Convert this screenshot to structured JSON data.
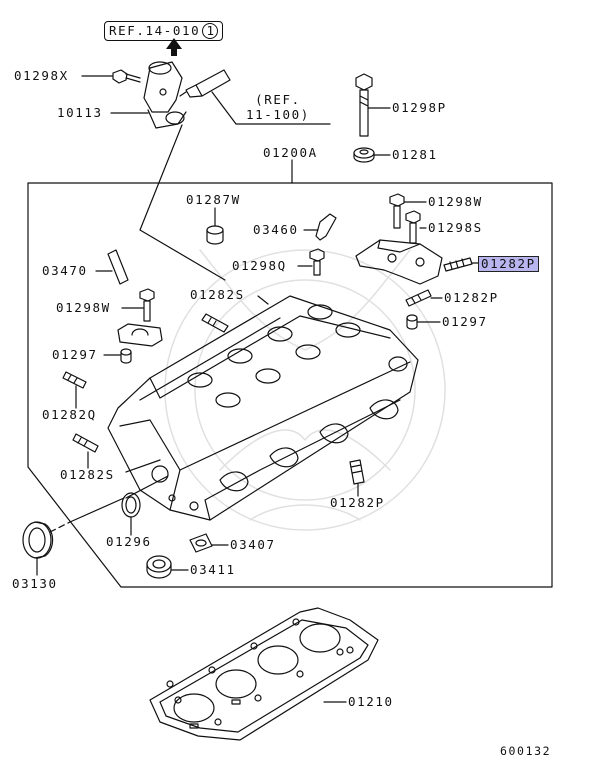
{
  "diagram": {
    "ref_box": {
      "text": "REF.14-010",
      "circle": "1"
    },
    "ref_note": {
      "line1": "(REF.",
      "line2": "11-100)"
    },
    "assembly_label": "01200A",
    "highlighted_part": "01282P",
    "figure_number": "600132",
    "parts": [
      {
        "id": "p01298X",
        "text": "01298X"
      },
      {
        "id": "p10113",
        "text": "10113"
      },
      {
        "id": "p01298P",
        "text": "01298P"
      },
      {
        "id": "p01281",
        "text": "01281"
      },
      {
        "id": "p01287W",
        "text": "01287W"
      },
      {
        "id": "p03460",
        "text": "03460"
      },
      {
        "id": "p01298W_r",
        "text": "01298W"
      },
      {
        "id": "p01298S_r",
        "text": "01298S"
      },
      {
        "id": "p01298Q",
        "text": "01298Q"
      },
      {
        "id": "p03470",
        "text": "03470"
      },
      {
        "id": "p01282S_t",
        "text": "01282S"
      },
      {
        "id": "p01282P_r",
        "text": "01282P"
      },
      {
        "id": "p01298W_l",
        "text": "01298W"
      },
      {
        "id": "p01297_r",
        "text": "01297"
      },
      {
        "id": "p01297_l",
        "text": "01297"
      },
      {
        "id": "p01282Q",
        "text": "01282Q"
      },
      {
        "id": "p01282S_l",
        "text": "01282S"
      },
      {
        "id": "p01282P_b",
        "text": "01282P"
      },
      {
        "id": "p01296",
        "text": "01296"
      },
      {
        "id": "p03407",
        "text": "03407"
      },
      {
        "id": "p03411",
        "text": "03411"
      },
      {
        "id": "p03130",
        "text": "03130"
      },
      {
        "id": "p01210",
        "text": "01210"
      }
    ]
  }
}
